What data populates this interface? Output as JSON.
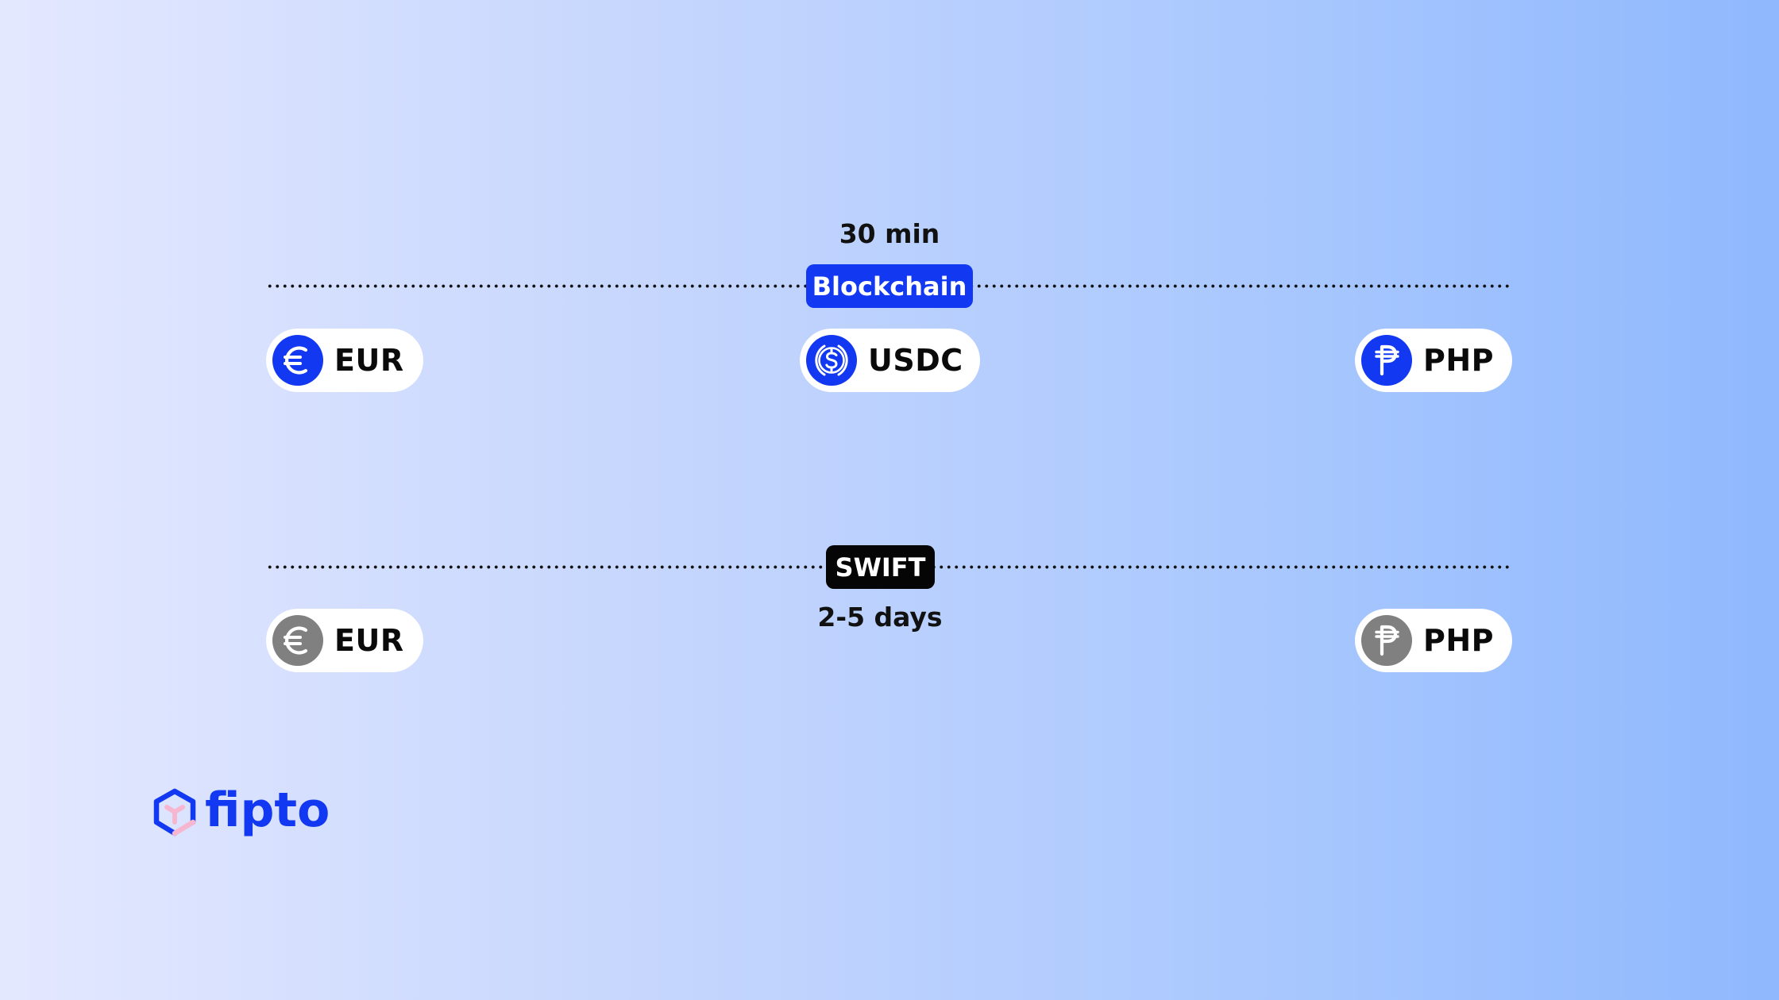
{
  "colors": {
    "accent_blue": "#1238f2",
    "swift_black": "#050505",
    "inactive_grey": "#808080",
    "pill_white": "#ffffff",
    "logo_pink": "#f7b6d0"
  },
  "routes": {
    "blockchain": {
      "duration": "30 min",
      "method": "Blockchain",
      "nodes": [
        {
          "icon": "euro-coin-icon",
          "label": "EUR"
        },
        {
          "icon": "usdc-coin-icon",
          "label": "USDC"
        },
        {
          "icon": "peso-coin-icon",
          "label": "PHP"
        }
      ]
    },
    "swift": {
      "duration": "2-5 days",
      "method": "SWIFT",
      "nodes": [
        {
          "icon": "euro-coin-icon",
          "label": "EUR"
        },
        {
          "icon": "peso-coin-icon",
          "label": "PHP"
        }
      ]
    }
  },
  "brand": {
    "name": "fipto",
    "icon": "fipto-cube-logo-icon"
  }
}
